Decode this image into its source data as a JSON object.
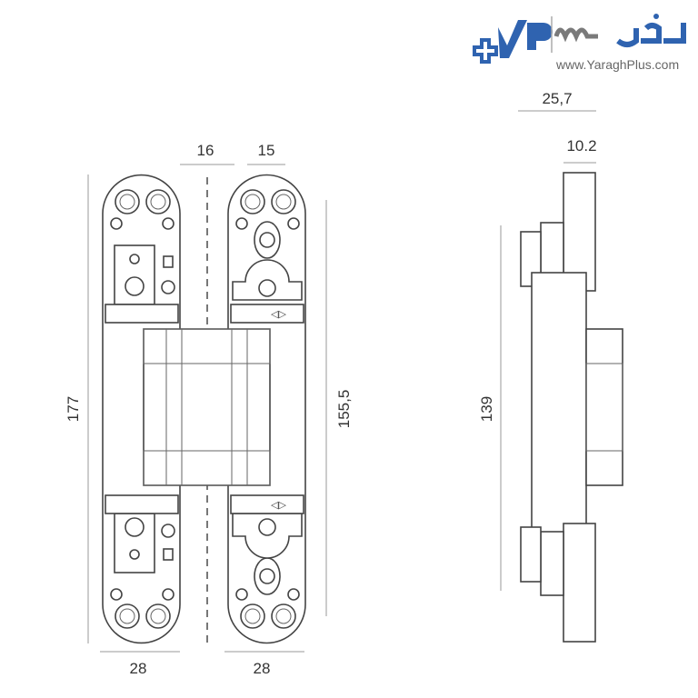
{
  "logo": {
    "brand_text": "یراق پلاس",
    "url": "www.YaraghPlus.com",
    "colors": {
      "blue": "#2f63b0",
      "gray": "#7a7a7a"
    }
  },
  "front_view": {
    "dim_gap": "16",
    "dim_offset": "15",
    "dim_height_total": "177",
    "dim_height_inner": "155,5",
    "dim_width_left": "28",
    "dim_width_right": "28"
  },
  "side_view": {
    "dim_depth_total": "25,7",
    "dim_plate": "10.2",
    "dim_height": "139"
  }
}
